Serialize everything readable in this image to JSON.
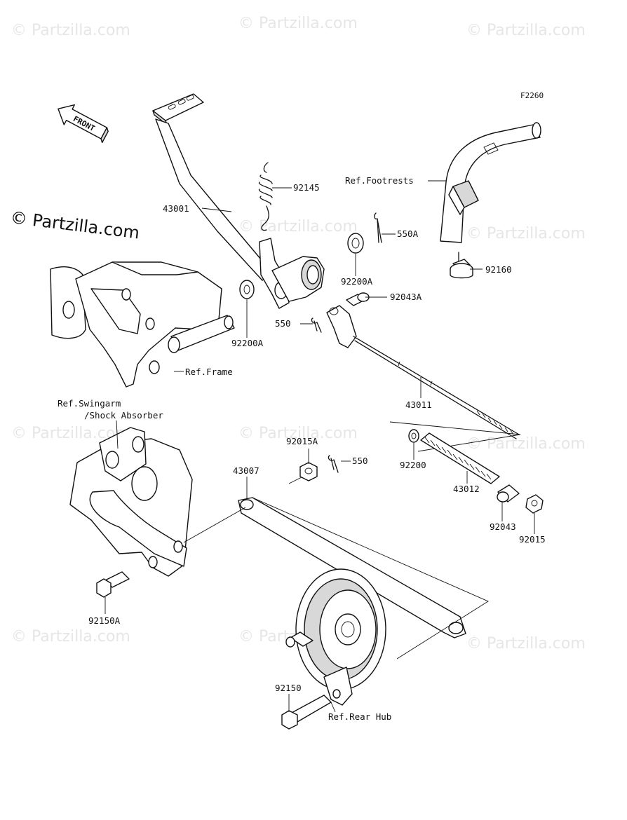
{
  "diagram_code": "F2260",
  "copyright": "© Partzilla.com",
  "watermark": "© Partzilla.com",
  "front_arrow_label": "FRONT",
  "labels": {
    "p43001": "43001",
    "p92145": "92145",
    "p550A": "550A",
    "p92200A_top": "92200A",
    "p92043A": "92043A",
    "p550_top": "550",
    "p92200A_bottom": "92200A",
    "p43011": "43011",
    "p92160": "92160",
    "ref_footrests": "Ref.Footrests",
    "ref_frame": "Ref.Frame",
    "ref_swingarm": "Ref.Swingarm",
    "ref_shock": "/Shock Absorber",
    "p92015A": "92015A",
    "p550_mid": "550",
    "p43007": "43007",
    "p92200": "92200",
    "p43012": "43012",
    "p92043": "92043",
    "p92015": "92015",
    "p92150A": "92150A",
    "p92150": "92150",
    "ref_rear_hub": "Ref.Rear Hub"
  }
}
